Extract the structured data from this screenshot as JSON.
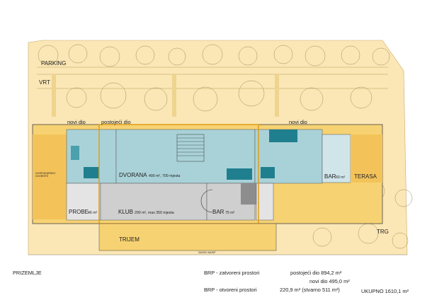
{
  "labels": {
    "parking": "PARKING",
    "vrt": "VRT",
    "novi_dio_left": "novi dio",
    "postojeci_dio": "postojeći dio",
    "novi_dio_right": "novi dio",
    "dvorana": "DVORANA",
    "dvorana_area": "400 m², 700 mjesta",
    "gospodarsko": "GOSPODARSKO\nDVORIŠTE",
    "bar_right": "BAR",
    "bar_right_area": "60 m²",
    "terasa": "TERASA",
    "probe": "PROBE",
    "probe_area": "46 m²",
    "klub": "KLUB",
    "klub_area": "200 m², max 350 mjesta",
    "bar_center": "BAR",
    "bar_center_area": "75 m²",
    "trijem": "TRIJEM",
    "trg": "TRG",
    "savski_nasip": "SAVSKI NASIP"
  },
  "legend": {
    "title": "PRIZEMLJE",
    "brp_closed_label": "BRP - zatvoreni prostori",
    "brp_closed_existing": "postojeći dio 894,2 m²",
    "brp_closed_new": "novi dio 495,0 m²",
    "brp_open_label": "BRP - otvoreni prostori",
    "brp_open_value": "220,9 m² (stvarno 511 m²)",
    "total": "UKUPNO 1610,1 m²"
  },
  "colors": {
    "site": "#fbe7b5",
    "yellow": "#f7d272",
    "teal": "#a9d2d8",
    "teal_dark": "#1f7f8f",
    "grey": "#cfcfcf",
    "orange_line": "#e0a020"
  }
}
